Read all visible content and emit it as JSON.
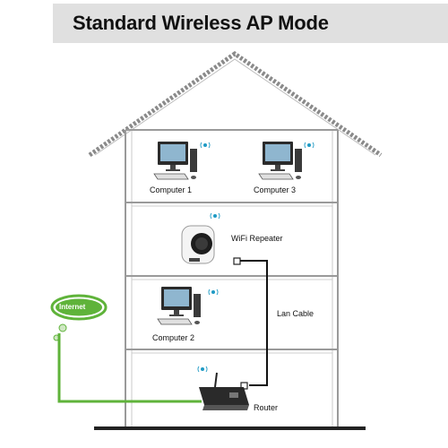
{
  "title": "Standard Wireless AP Mode",
  "labels": {
    "computer1": "Computer  1",
    "computer3": "Computer  3",
    "repeater": "WiFi Repeater",
    "computer2": "Computer  2",
    "lan_cable": "Lan Cable",
    "router": "Router",
    "internet": "Internet"
  },
  "colors": {
    "title_bg": "#e0e0e0",
    "floor_line": "#9a9a9a",
    "roof": "#7a7a7a",
    "internet_green": "#5fb33a",
    "cable": "#111111",
    "wifi_blue": "#1f9ac4"
  },
  "icons": [
    "computer-icon",
    "wifi-icon",
    "wifi-repeater-device",
    "router-device",
    "internet-cloud-icon"
  ]
}
